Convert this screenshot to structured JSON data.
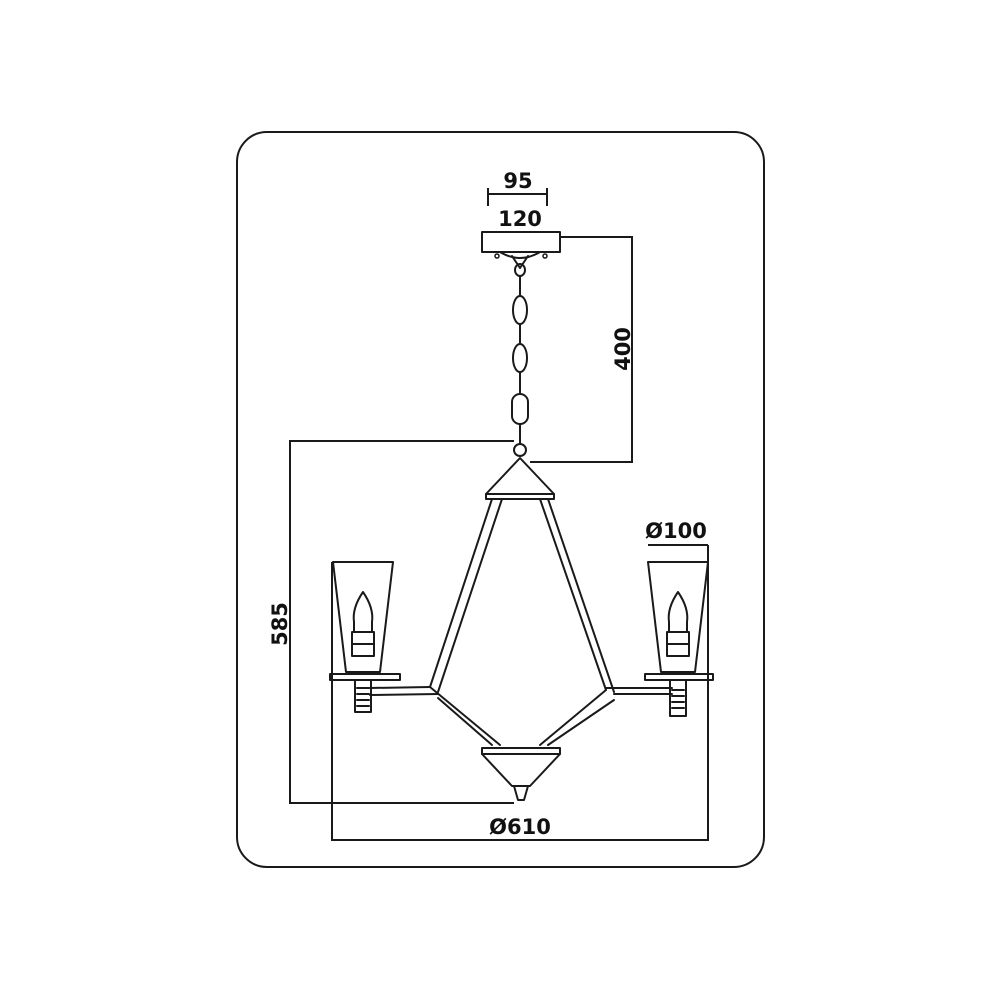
{
  "dimensions": {
    "canopy_inner_width": "95",
    "canopy_outer_width": "120",
    "chain_length": "400",
    "overall_height": "585",
    "shade_diameter": "Ø100",
    "overall_diameter": "Ø610"
  },
  "colors": {
    "line": "#1a1a1a",
    "background": "#ffffff"
  }
}
